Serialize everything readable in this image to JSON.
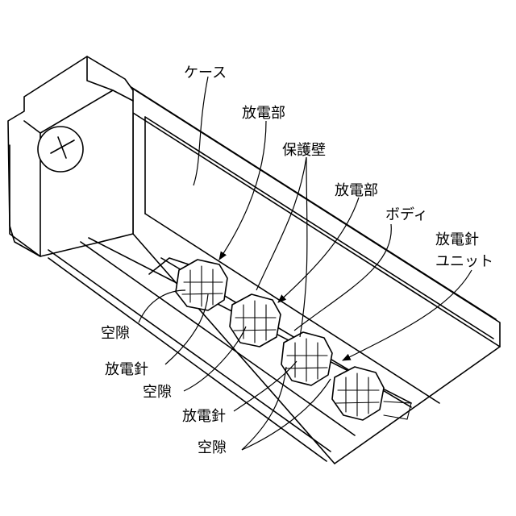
{
  "labels": {
    "case": "ケース",
    "discharge_part_1": "放電部",
    "protective_wall": "保護壁",
    "discharge_part_2": "放電部",
    "body": "ボディ",
    "needle_unit_line1": "放電針",
    "needle_unit_line2": "ユニット",
    "gap_1": "空隙",
    "needle_1": "放電針",
    "gap_2": "空隙",
    "needle_2": "放電針",
    "gap_3": "空隙"
  }
}
